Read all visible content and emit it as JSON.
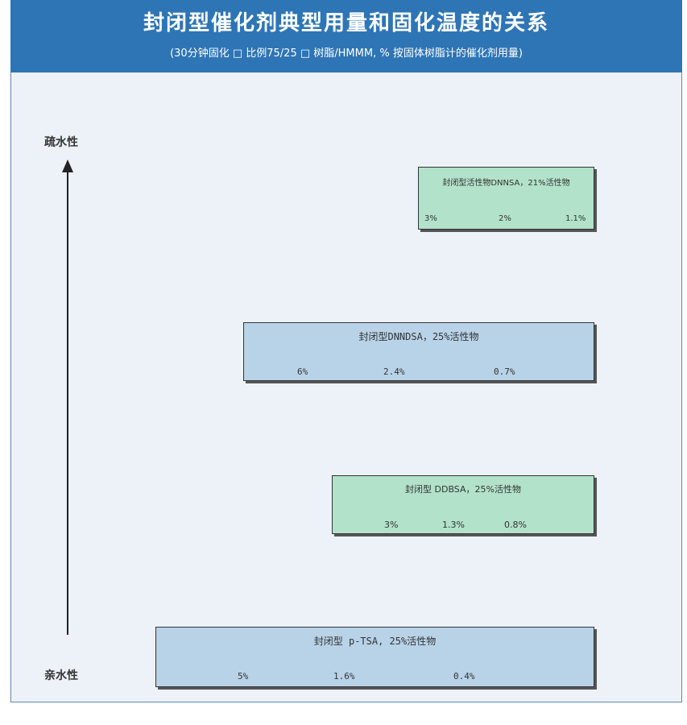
{
  "header": {
    "title": "封闭型催化剂典型用量和固化温度的关系",
    "subtitle": "(30分钟固化 □ 比例75/25 □ 树脂/HMMM, % 按固体树脂计的催化剂用量)"
  },
  "axis": {
    "top_label": "疏水性",
    "bottom_label": "亲水性"
  },
  "catalysts": [
    {
      "title": "封闭型活性物DNNSA，21%活性物",
      "values": [
        "3%",
        "2%",
        "1.1%"
      ],
      "fill": "#b2e2ca"
    },
    {
      "title": "封闭型DNNDSA，25%活性物",
      "values": [
        "6%",
        "2.4%",
        "0.7%"
      ],
      "fill": "#b8d3e8"
    },
    {
      "title": "封闭型 DDBSA，25%活性物",
      "values": [
        "3%",
        "1.3%",
        "0.8%"
      ],
      "fill": "#b2e2ca"
    },
    {
      "title": "封闭型 p-TSA, 25%活性物",
      "values": [
        "5%",
        "1.6%",
        "0.4%"
      ],
      "fill": "#b8d3e8"
    }
  ],
  "colors": {
    "header_bg": "#2e75b6",
    "panel_bg": "#edf2f9",
    "blue_box": "#b8d3e8",
    "green_box": "#b2e2ca"
  }
}
